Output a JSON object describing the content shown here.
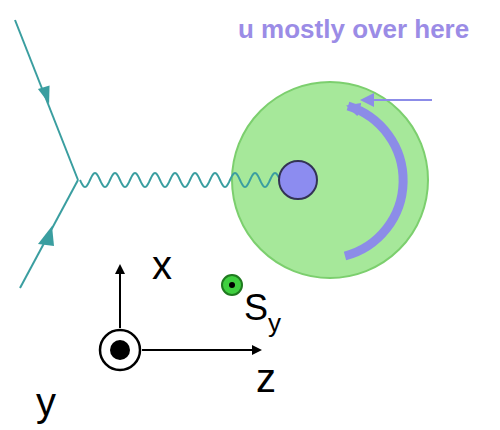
{
  "diagram": {
    "labels": [
      "u mostly over here",
      "x",
      "z",
      "y",
      "S",
      "y"
    ]
  }
}
